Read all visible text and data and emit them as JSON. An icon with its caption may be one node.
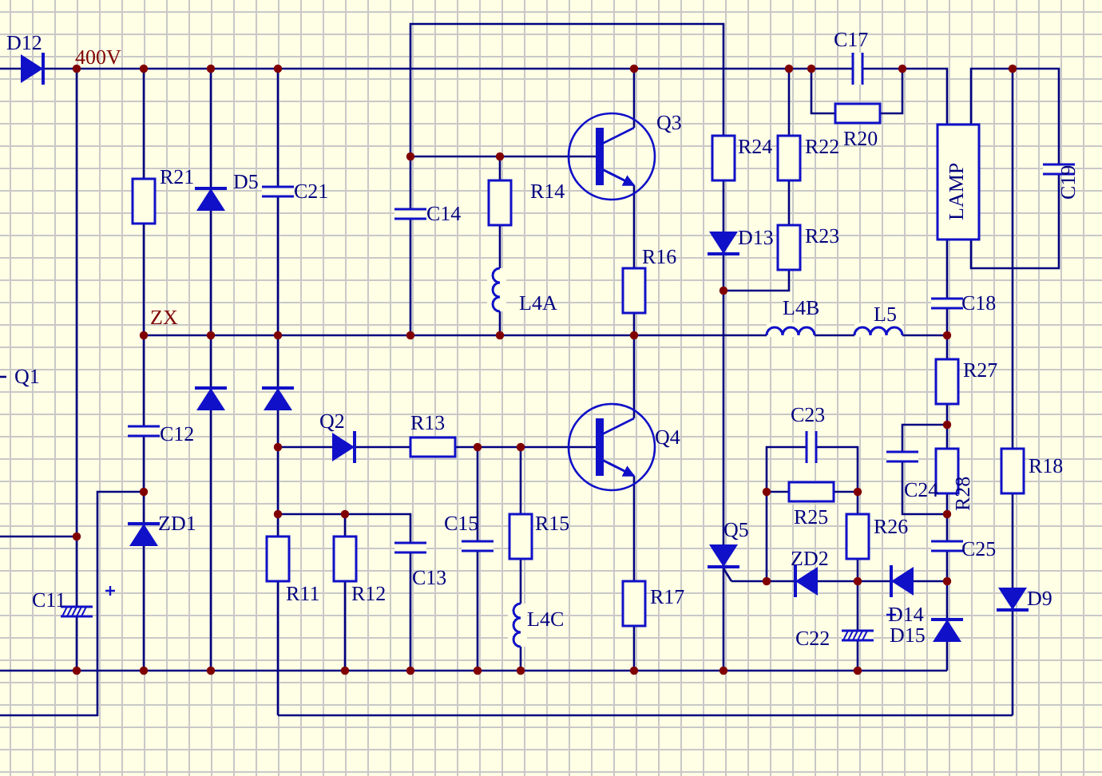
{
  "diagram": {
    "labels": [
      "D12",
      "400V",
      "C17",
      "Q3",
      "R20",
      "LAMP",
      "C19",
      "R24",
      "R22",
      "R21",
      "D5",
      "C21",
      "C14",
      "R14",
      "R16",
      "D13",
      "R23",
      "L4A",
      "C18",
      "L4B",
      "L5",
      "ZX",
      "Q1",
      "R27",
      "C23",
      "Q2",
      "R13",
      "Q4",
      "C12",
      "R28",
      "C24",
      "R25",
      "ZD1",
      "C15",
      "R15",
      "R26",
      "R18",
      "Q5",
      "C13",
      "C25",
      "ZD2",
      "R11",
      "R12",
      "C11",
      "R17",
      "D14",
      "L4C",
      "D9",
      "D15",
      "C22"
    ]
  }
}
